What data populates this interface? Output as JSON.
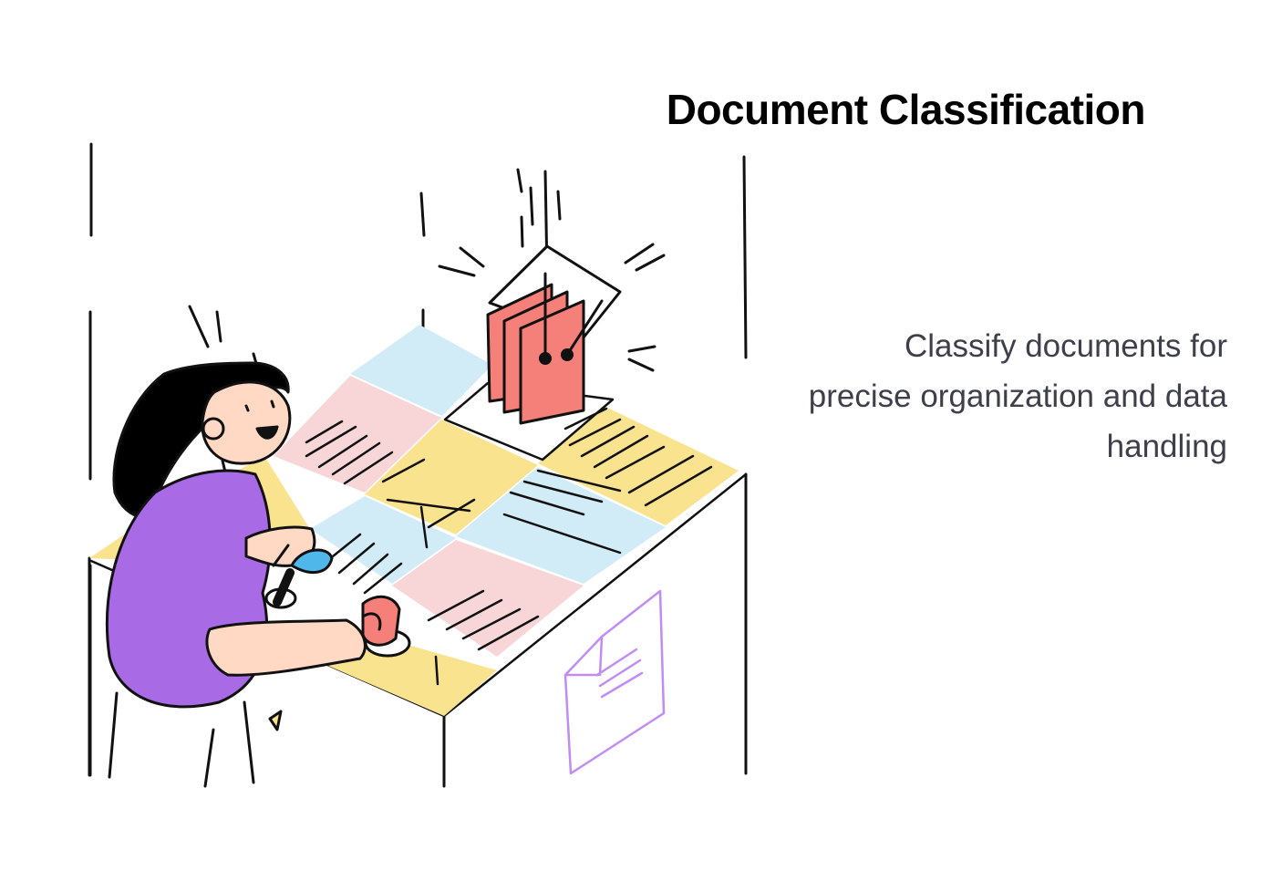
{
  "feature": {
    "title": "Document Classification",
    "description": "Classify documents for precise organization and data handling"
  },
  "illustration": {
    "subject": "person sorting documents at a desk with colored tiles and a hanging folder",
    "colors": {
      "tile_blue": "#d2ecf7",
      "tile_pink": "#f8d6d8",
      "tile_yellow": "#f9e38e",
      "shirt": "#a96ae6",
      "folder_red": "#f48079",
      "handle_blue": "#4fb7ea",
      "skin": "#ffd9c4",
      "hair": "#000000",
      "paper_outline": "#c08cf5"
    }
  }
}
